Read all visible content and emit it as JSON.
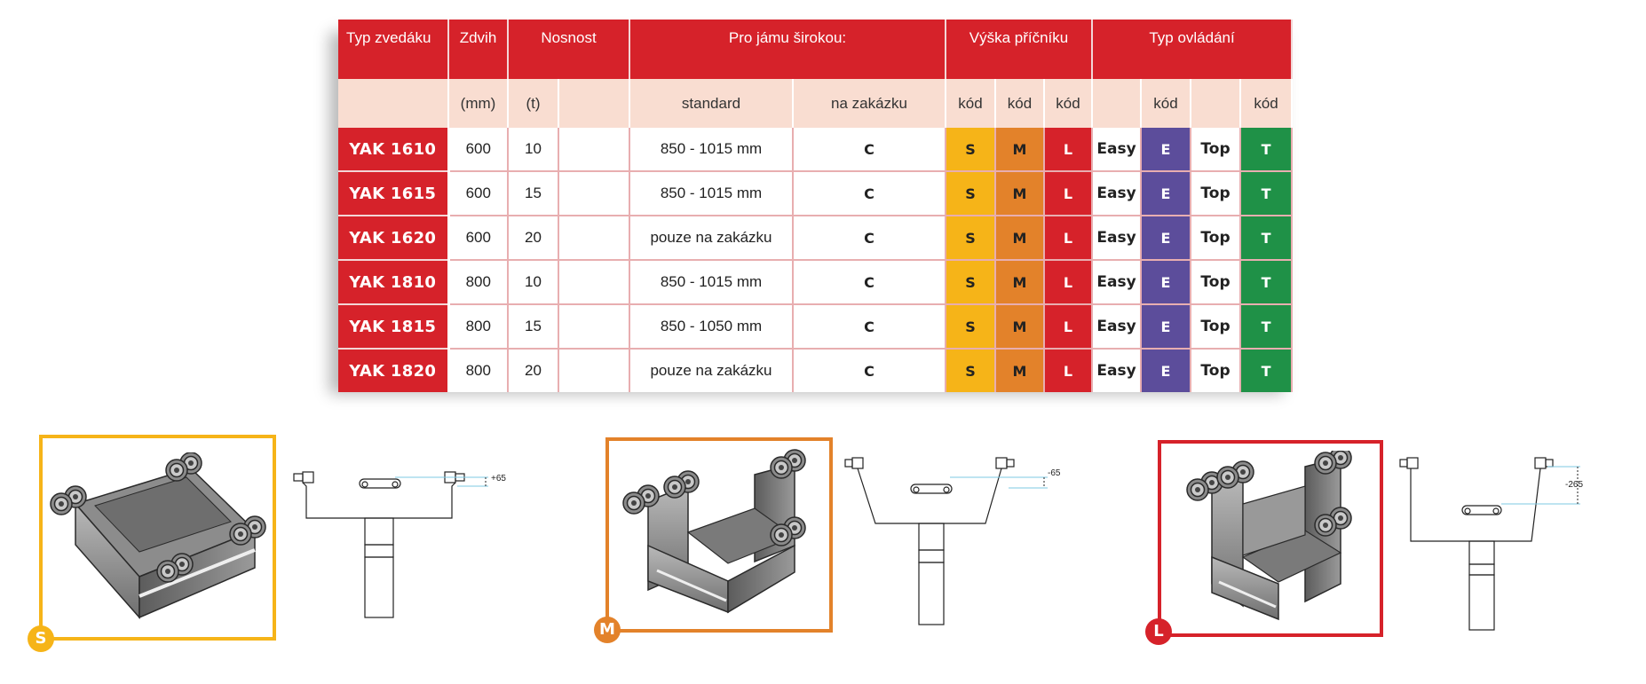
{
  "header": {
    "lift_type": "Typ zvedáku",
    "stroke": "Zdvih",
    "capacity": "Nosnost",
    "pit_width": "Pro jámu širokou:",
    "crossbar_height": "Výška příčníku",
    "control_type": "Typ ovládání"
  },
  "subheader": {
    "stroke_unit": "(mm)",
    "capacity_unit": "(t)",
    "standard": "standard",
    "custom": "na zakázku",
    "code": "kód"
  },
  "rows": [
    {
      "model": "YAK 1610",
      "stroke": "600",
      "capacity": "10",
      "standard": "850 - 1015 mm",
      "custom": "C",
      "s": "S",
      "m": "M",
      "l": "L",
      "easy": "Easy",
      "e": "E",
      "top": "Top",
      "t": "T"
    },
    {
      "model": "YAK 1615",
      "stroke": "600",
      "capacity": "15",
      "standard": "850 - 1015 mm",
      "custom": "C",
      "s": "S",
      "m": "M",
      "l": "L",
      "easy": "Easy",
      "e": "E",
      "top": "Top",
      "t": "T"
    },
    {
      "model": "YAK 1620",
      "stroke": "600",
      "capacity": "20",
      "standard": "pouze na zakázku",
      "custom": "C",
      "s": "S",
      "m": "M",
      "l": "L",
      "easy": "Easy",
      "e": "E",
      "top": "Top",
      "t": "T"
    },
    {
      "model": "YAK 1810",
      "stroke": "800",
      "capacity": "10",
      "standard": "850 - 1015 mm",
      "custom": "C",
      "s": "S",
      "m": "M",
      "l": "L",
      "easy": "Easy",
      "e": "E",
      "top": "Top",
      "t": "T"
    },
    {
      "model": "YAK 1815",
      "stroke": "800",
      "capacity": "15",
      "standard": "850 - 1050 mm",
      "custom": "C",
      "s": "S",
      "m": "M",
      "l": "L",
      "easy": "Easy",
      "e": "E",
      "top": "Top",
      "t": "T"
    },
    {
      "model": "YAK 1820",
      "stroke": "800",
      "capacity": "20",
      "standard": "pouze na zakázku",
      "custom": "C",
      "s": "S",
      "m": "M",
      "l": "L",
      "easy": "Easy",
      "e": "E",
      "top": "Top",
      "t": "T"
    }
  ],
  "variants": {
    "s": {
      "badge": "S",
      "dimension": "+65"
    },
    "m": {
      "badge": "M",
      "dimension": "-65"
    },
    "l": {
      "badge": "L",
      "dimension": "-265"
    }
  },
  "colors": {
    "red": "#d6222a",
    "header_pink": "#f9ddd1",
    "s_yellow": "#f6b418",
    "m_orange": "#e3822a",
    "l_red": "#d6222a",
    "easy_purple": "#5c4d9b",
    "top_green": "#1f9147"
  },
  "icons": {
    "crossbar": "crossbar-3d-icon",
    "drawing": "crossbar-technical-drawing-icon"
  }
}
